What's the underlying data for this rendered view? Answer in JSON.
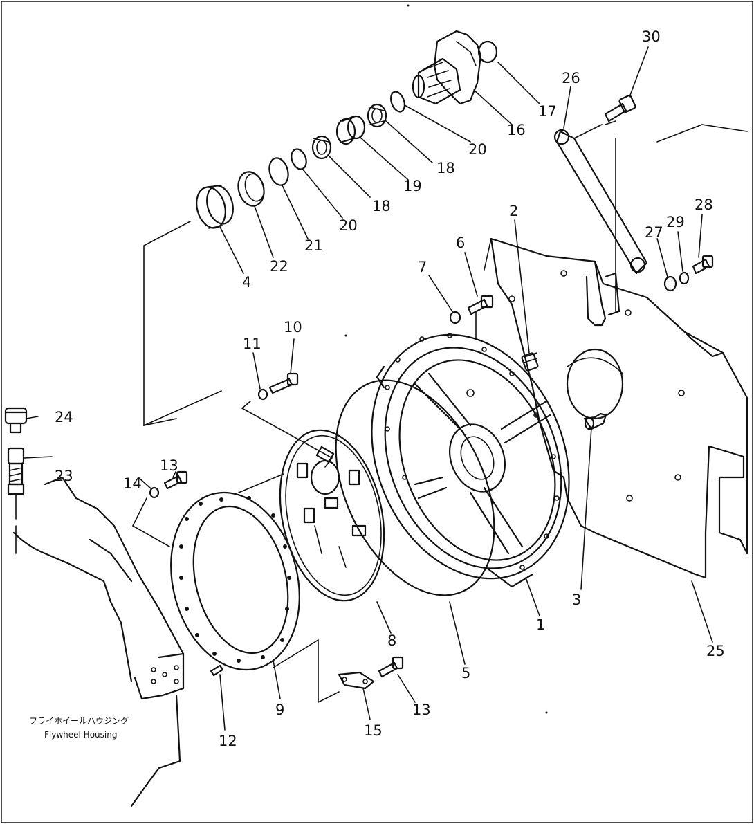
{
  "diagram": {
    "caption_jp": "フライホイールハウジング",
    "caption_en": "Flywheel Housing",
    "callouts": {
      "n1": "1",
      "n2": "2",
      "n3": "3",
      "n4": "4",
      "n5": "5",
      "n6": "6",
      "n7": "7",
      "n8": "8",
      "n9": "9",
      "n10": "10",
      "n11": "11",
      "n12": "12",
      "n13a": "13",
      "n13b": "13",
      "n14": "14",
      "n15": "15",
      "n16": "16",
      "n17": "17",
      "n18a": "18",
      "n18b": "18",
      "n19": "19",
      "n20a": "20",
      "n20b": "20",
      "n21": "21",
      "n22": "22",
      "n23": "23",
      "n24": "24",
      "n25": "25",
      "n26": "26",
      "n27": "27",
      "n28": "28",
      "n29": "29",
      "n30": "30"
    }
  }
}
